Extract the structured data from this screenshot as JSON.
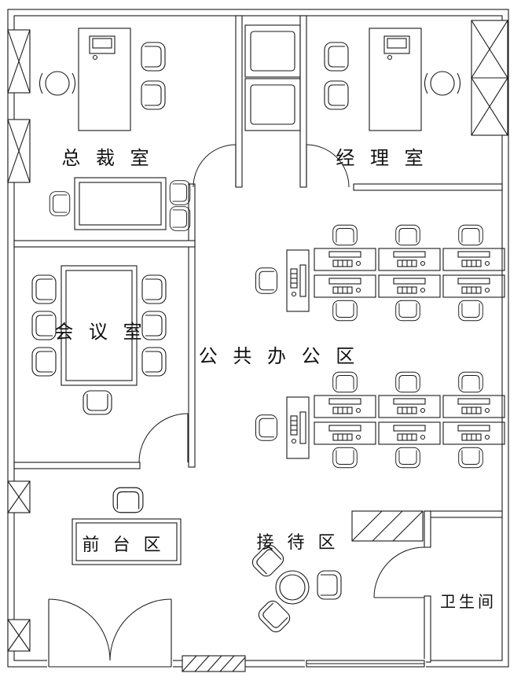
{
  "colors": {
    "line": "#1a1a1a",
    "background": "#ffffff"
  },
  "labels": {
    "president_office": "总 裁 室",
    "manager_office": "经 理 室",
    "meeting_room": "会 议 室",
    "open_office": "公 共 办 公 区",
    "front_desk": "前 台 区",
    "reception": "接 待 区",
    "restroom": "卫生间"
  }
}
